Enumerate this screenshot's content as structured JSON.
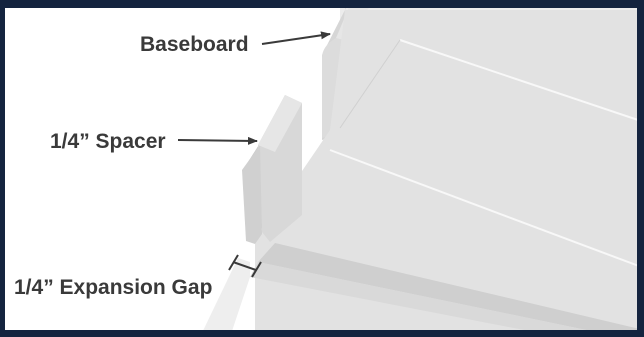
{
  "labels": {
    "baseboard": "Baseboard",
    "spacer": "1/4” Spacer",
    "gap": "1/4” Expansion Gap"
  },
  "colors": {
    "border": "#14243f",
    "background": "#ffffff",
    "floor": "#e2e2e2",
    "wall": "#ebebeb",
    "board_face": "#d5d5d5",
    "board_top": "#c6c6c6",
    "spacer_face": "#d9d9d9",
    "spacer_edge": "#bfbfbf",
    "seam": "#f8f8f8",
    "text": "#3a3a3a",
    "arrow": "#3a3a3a"
  }
}
